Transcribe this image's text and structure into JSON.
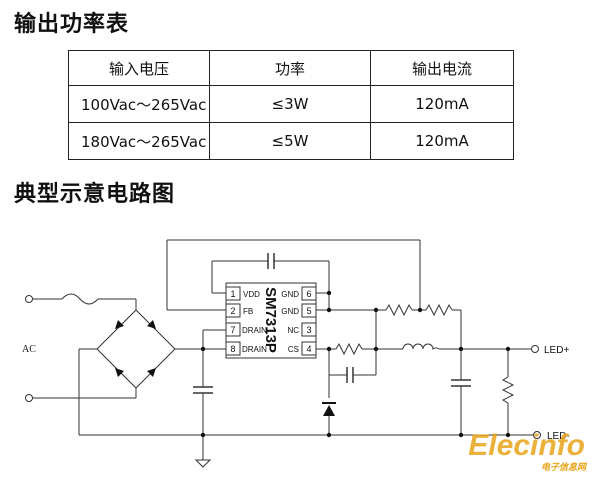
{
  "section1_title": "输出功率表",
  "section2_title": "典型示意电路图",
  "table": {
    "headers": [
      "输入电压",
      "功率",
      "输出电流"
    ],
    "rows": [
      [
        "100Vac～265Vac",
        "≤3W",
        "120mA"
      ],
      [
        "180Vac～265Vac",
        "≤5W",
        "120mA"
      ]
    ]
  },
  "circuit": {
    "ic_name": "SM7313P",
    "pins_left": [
      {
        "num": "1",
        "label": "VDD"
      },
      {
        "num": "2",
        "label": "FB"
      },
      {
        "num": "7",
        "label": "DRAIN"
      },
      {
        "num": "8",
        "label": "DRAIN"
      }
    ],
    "pins_right": [
      {
        "num": "6",
        "label": "GND"
      },
      {
        "num": "5",
        "label": "GND"
      },
      {
        "num": "3",
        "label": "NC"
      },
      {
        "num": "4",
        "label": "CS"
      }
    ],
    "ac_label": "AC",
    "led_plus": "LED+",
    "led_minus": "LED-"
  },
  "watermark": {
    "brand": "Elecinfo",
    "sub": "电子信息网",
    "color": "#e8a317"
  }
}
